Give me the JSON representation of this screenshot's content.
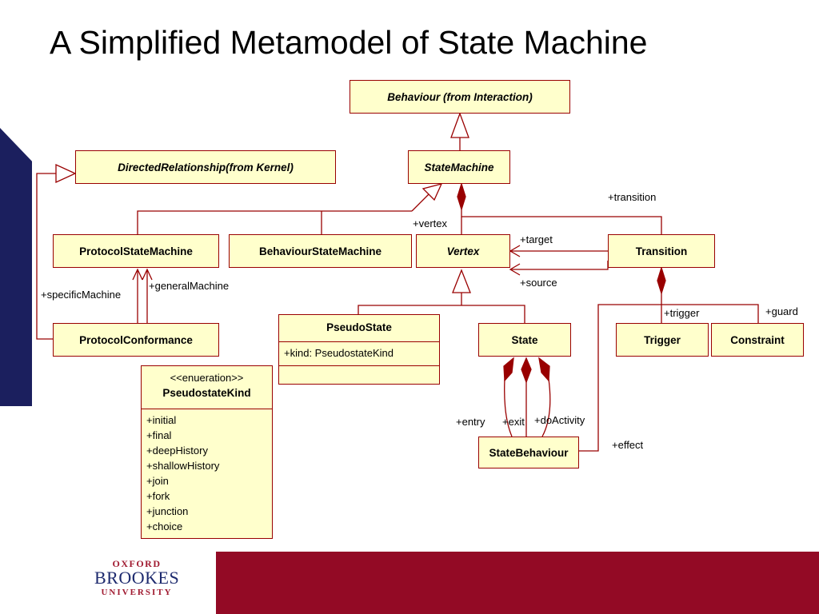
{
  "title": "A Simplified Metamodel of State Machine",
  "logo": {
    "line1": "OXFORD",
    "line2": "BROOKES",
    "line3": "UNIVERSITY"
  },
  "colors": {
    "box_fill": "#ffffcc",
    "box_border": "#990000",
    "footer_band": "#930a25",
    "side_bar": "#1b1f5e"
  },
  "classes": {
    "behaviour": "Behaviour (from Interaction)",
    "state_machine": "StateMachine",
    "directed_relationship": "DirectedRelationship(from Kernel)",
    "protocol_state_machine": "ProtocolStateMachine",
    "behaviour_state_machine": "BehaviourStateMachine",
    "vertex": "Vertex",
    "transition": "Transition",
    "protocol_conformance": "ProtocolConformance",
    "pseudo_state": {
      "name": "PseudoState",
      "attribute": "+kind: PseudostateKind"
    },
    "state": "State",
    "trigger": "Trigger",
    "constraint": "Constraint",
    "state_behaviour": "StateBehaviour",
    "pseudostate_kind": {
      "stereotype": "<<enueration>>",
      "name": "PseudostateKind",
      "literals": [
        "+initial",
        "+final",
        "+deepHistory",
        "+shallowHistory",
        "+join",
        "+fork",
        "+junction",
        "+choice"
      ]
    }
  },
  "roles": {
    "transition": "+transition",
    "vertex": "+vertex",
    "target": "+target",
    "source": "+source",
    "specific_machine": "+specificMachine",
    "general_machine": "+generalMachine",
    "trigger": "+trigger",
    "guard": "+guard",
    "entry": "+entry",
    "exit": "+exit",
    "do_activity": "+doActivity",
    "effect": "+effect"
  }
}
